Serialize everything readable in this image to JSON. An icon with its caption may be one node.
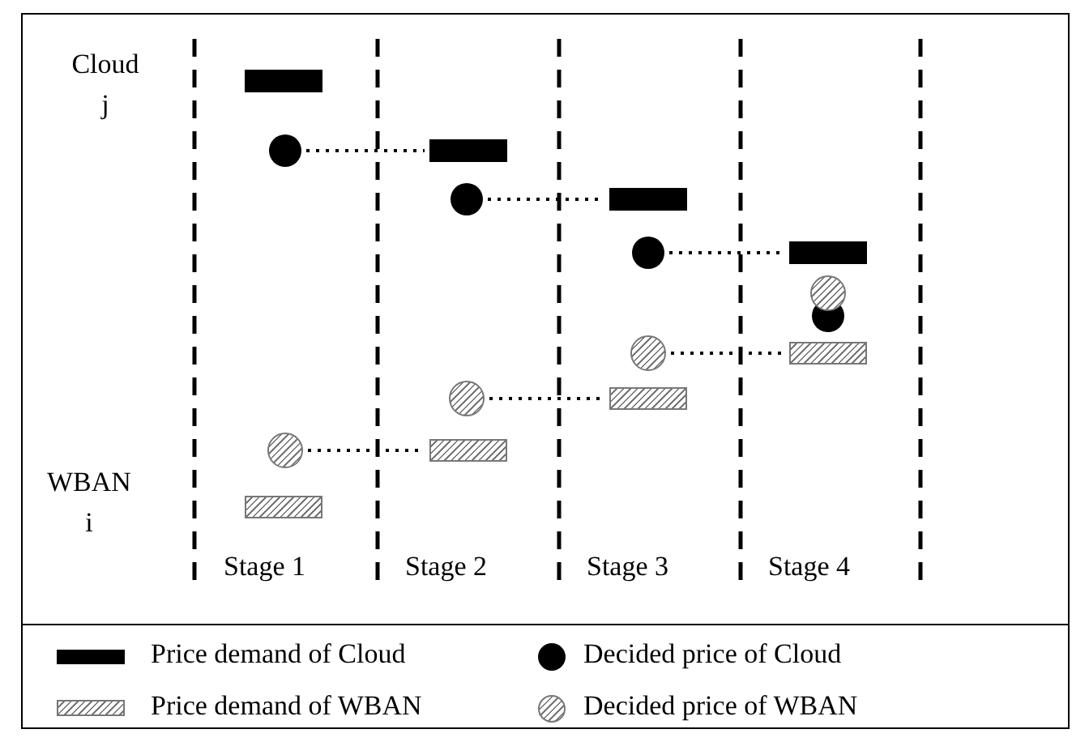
{
  "diagram": {
    "nodes": [
      {
        "text": [],
        "shape": "bar"
      },
      {
        "text": [],
        "shape": "circle"
      },
      {
        "text": [],
        "shape": "circle"
      },
      {
        "text": [],
        "shape": "bar"
      },
      {
        "text": [],
        "shape": "bar"
      },
      {
        "text": [],
        "shape": "circle"
      },
      {
        "text": [],
        "shape": "circle"
      },
      {
        "text": [],
        "shape": "bar"
      },
      {
        "text": [],
        "shape": "bar"
      },
      {
        "text": [],
        "shape": "circle"
      },
      {
        "text": [],
        "shape": "circle"
      },
      {
        "text": [],
        "shape": "bar"
      },
      {
        "text": [],
        "shape": "bar"
      },
      {
        "text": [],
        "shape": "circle"
      },
      {
        "text": [],
        "shape": "circle"
      },
      {
        "text": [],
        "shape": "bar"
      }
    ],
    "edges": [
      {
        "from": 1,
        "to": 4,
        "arrow": "none",
        "style": "dashed"
      },
      {
        "from": 5,
        "to": 8,
        "arrow": "none",
        "style": "dashed"
      },
      {
        "from": 9,
        "to": 12,
        "arrow": "none",
        "style": "dashed"
      },
      {
        "from": 2,
        "to": 7,
        "arrow": "none",
        "style": "dashed"
      },
      {
        "from": 6,
        "to": 11,
        "arrow": "none",
        "style": "dashed"
      },
      {
        "from": 10,
        "to": 15,
        "arrow": "none",
        "style": "dashed"
      }
    ],
    "labels": [
      "Cloud j",
      "WBAN i",
      "Stage 1",
      "Stage 2",
      "Stage 3",
      "Stage 4"
    ],
    "legend": [
      {
        "text": "Price demand of Cloud"
      },
      {
        "text": "Decided price of Cloud"
      },
      {
        "text": "Price demand of WBAN"
      },
      {
        "text": "Decided price of WBAN"
      }
    ]
  }
}
